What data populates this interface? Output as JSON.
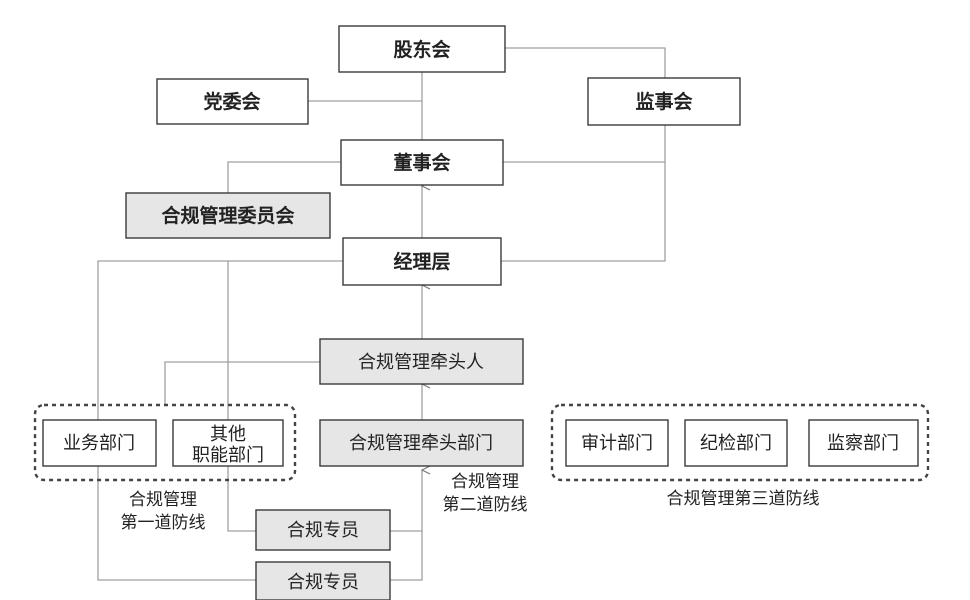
{
  "nodes": {
    "shareholders": "股东会",
    "party_committee": "党委会",
    "supervisors": "监事会",
    "board": "董事会",
    "compliance_committee": "合规管理委员会",
    "management": "经理层",
    "compliance_lead": "合规管理牵头人",
    "business_dept": "业务部门",
    "other_dept_line1": "其他",
    "other_dept_line2": "职能部门",
    "compliance_lead_dept": "合规管理牵头部门",
    "audit_dept": "审计部门",
    "discipline_dept": "纪检部门",
    "inspection_dept": "监察部门",
    "compliance_officer_1": "合规专员",
    "compliance_officer_2": "合规专员"
  },
  "labels": {
    "first_line_1": "合规管理",
    "first_line_2": "第一道防线",
    "second_line_1": "合规管理",
    "second_line_2": "第二道防线",
    "third_line": "合规管理第三道防线"
  }
}
